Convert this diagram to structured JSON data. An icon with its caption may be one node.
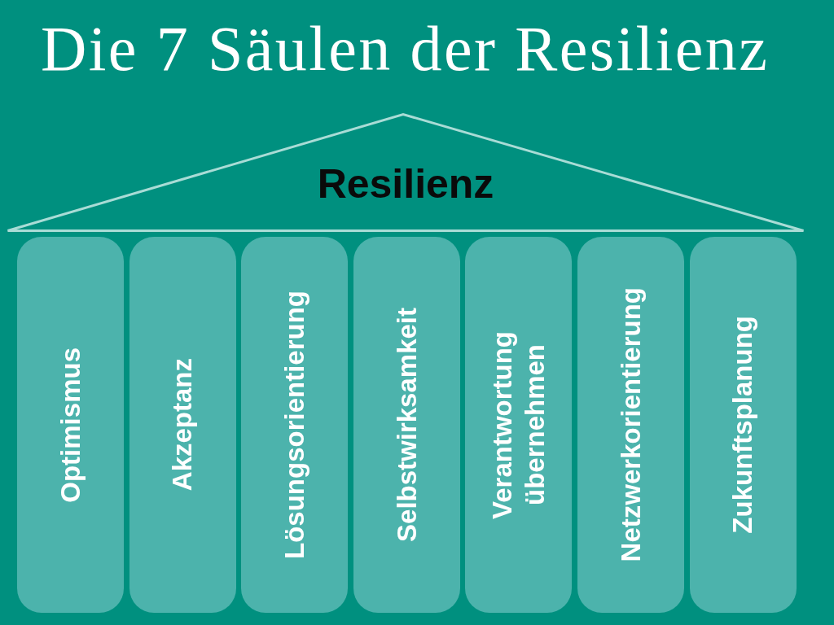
{
  "diagram": {
    "title": "Die 7 Säulen der Resilienz",
    "nodes": [
      {
        "text": [
          "Resilienz"
        ]
      },
      {
        "text": [
          "Optimismus"
        ]
      },
      {
        "text": [
          "Akzeptanz"
        ]
      },
      {
        "text": [
          "Lösungsorientierung"
        ]
      },
      {
        "text": [
          "Selbstwirksamkeit"
        ]
      },
      {
        "text": [
          "Verantwortung übernehmen"
        ]
      },
      {
        "text": [
          "Netzwerkorientierung"
        ]
      },
      {
        "text": [
          "Zukunftsplanung"
        ]
      }
    ]
  }
}
